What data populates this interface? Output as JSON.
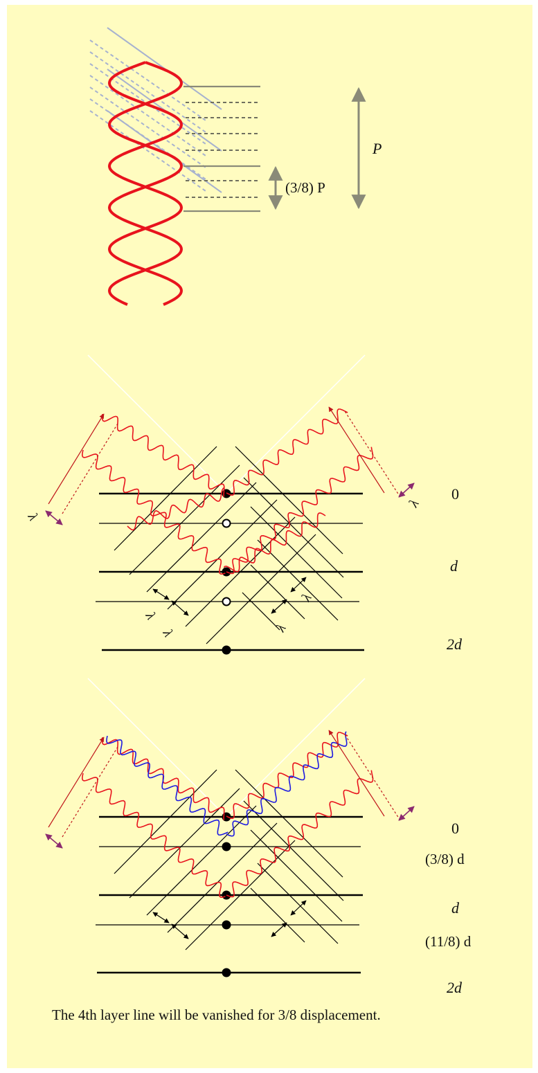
{
  "helix_panel": {
    "pitch_label": "P",
    "displacement_label": "(3/8) P"
  },
  "diagram_1": {
    "levels": [
      "0",
      "d",
      "2d"
    ],
    "wavelength_label": "λ"
  },
  "diagram_2": {
    "levels": [
      "0",
      "(3/8) d",
      "d",
      "(11/8) d",
      "2d"
    ]
  },
  "caption": "The 4th layer line will be vanished for 3/8 displacement.",
  "colors": {
    "background": "#fffcc0",
    "helix": "#e8131d",
    "scattered_wave": "#e8131d",
    "shifted_wave": "#1d1ae0",
    "dim_arrow": "#8a8a78",
    "lambda_marker": "#8b2a6f",
    "diagonal_guide": "#a7b2cf"
  }
}
